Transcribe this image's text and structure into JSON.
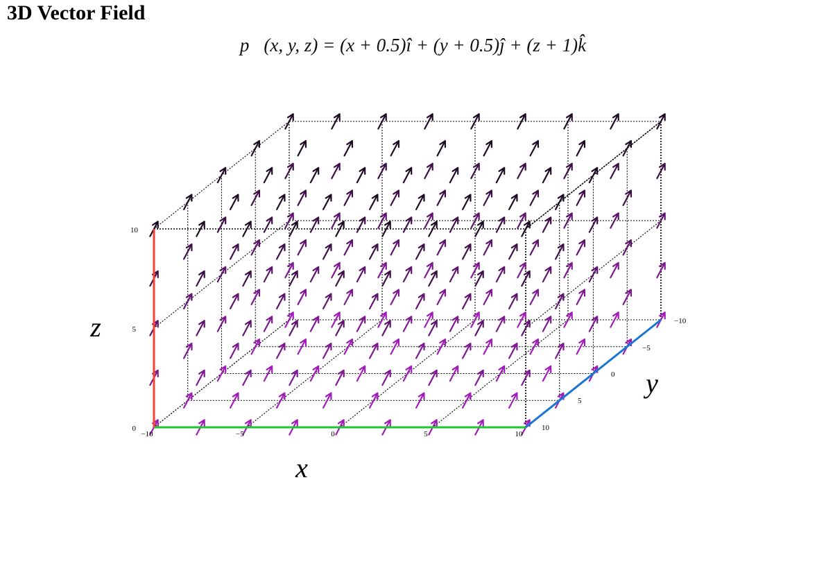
{
  "title": "3D Vector Field",
  "formula": "p⃗(x, y, z) = (x + 0.5)î + (y + 0.5)ĵ + (z + 1)k̂",
  "chart_data": {
    "type": "quiver3d",
    "field": {
      "vx": "x + 0.5",
      "vy": "y + 0.5",
      "vz": "z + 1"
    },
    "grid": {
      "x": [
        -10,
        -7.5,
        -5,
        -2.5,
        0,
        2.5,
        5,
        7.5,
        10
      ],
      "y": [
        -10,
        -5,
        0,
        5,
        10
      ],
      "z": [
        0,
        2.5,
        5,
        7.5,
        10
      ]
    },
    "xlim": [
      -10,
      10
    ],
    "ylim": [
      -10,
      10
    ],
    "zlim": [
      0,
      10
    ],
    "xlabel": "x",
    "ylabel": "y",
    "zlabel": "z",
    "x_ticks": [
      "−10",
      "−5",
      "0",
      "5",
      "10"
    ],
    "y_ticks": [
      "−10",
      "−5",
      "0",
      "5",
      "10"
    ],
    "z_ticks": [
      "0",
      "5",
      "10"
    ],
    "colors": {
      "x_axis": "#22c531",
      "y_axis": "#1976d2",
      "z_axis": "#f44336",
      "arrow_low": "#b81ed3",
      "arrow_high": "#1d0a23",
      "grid": "#000000"
    }
  }
}
